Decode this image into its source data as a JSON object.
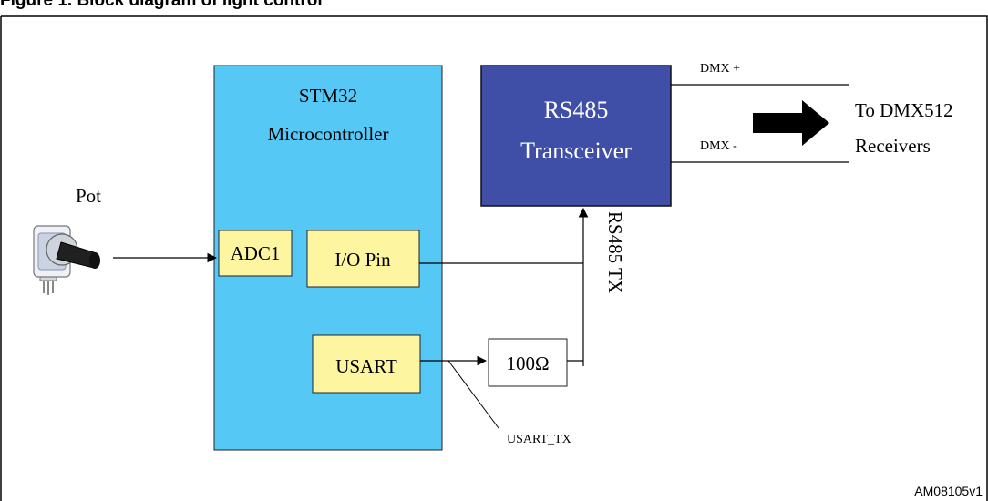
{
  "figure": {
    "caption": "Figure 1.  Block diagram of light control",
    "reference_code": "AM08105v1"
  },
  "mcu": {
    "title_line1": "STM32",
    "title_line2": "Microcontroller",
    "color": "#55c8f5"
  },
  "blocks": {
    "adc": "ADC1",
    "io_pin": "I/O Pin",
    "usart": "USART",
    "resistor": "100Ω",
    "block_color": "#fdf5a0"
  },
  "transceiver": {
    "line1": "RS485",
    "line2": "Transceiver",
    "color": "#3f4fa8"
  },
  "pot": {
    "label": "Pot"
  },
  "signals": {
    "dmx_plus": "DMX +",
    "dmx_minus": "DMX -",
    "rs485_tx": "RS485  TX",
    "usart_tx": "USART_TX"
  },
  "output": {
    "line1": "To DMX512",
    "line2": "Receivers"
  }
}
